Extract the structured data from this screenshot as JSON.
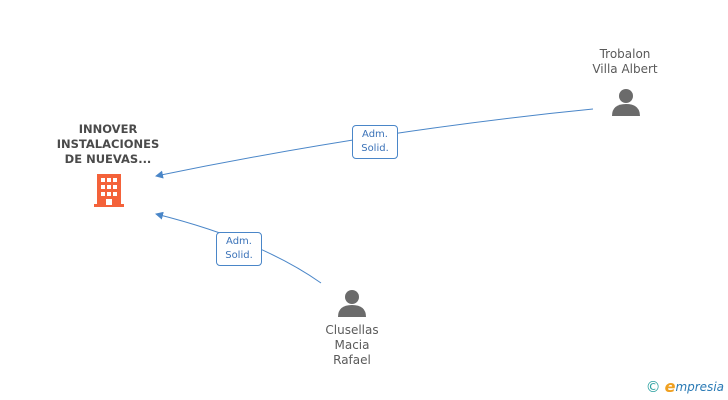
{
  "nodes": {
    "company": {
      "name": "INNOVER INSTALACIONES DE NUEVAS...",
      "lines": [
        "INNOVER",
        "INSTALACIONES",
        "DE NUEVAS..."
      ],
      "icon": "building-icon",
      "color": "#f4623a"
    },
    "person_1": {
      "lines": [
        "Trobalon",
        "Villa Albert"
      ],
      "icon": "person-icon",
      "color": "#6b6b6b"
    },
    "person_2": {
      "lines": [
        "Clusellas",
        "Macia",
        "Rafael"
      ],
      "icon": "person-icon",
      "color": "#6b6b6b"
    }
  },
  "edges": [
    {
      "from": "person_1",
      "to": "company",
      "label_lines": [
        "Adm.",
        "Solid."
      ]
    },
    {
      "from": "person_2",
      "to": "company",
      "label_lines": [
        "Adm.",
        "Solid."
      ]
    }
  ],
  "colors": {
    "edge": "#4a86c8"
  },
  "watermark": {
    "copyright": "©",
    "brand_initial": "e",
    "brand_rest": "mpresia"
  }
}
